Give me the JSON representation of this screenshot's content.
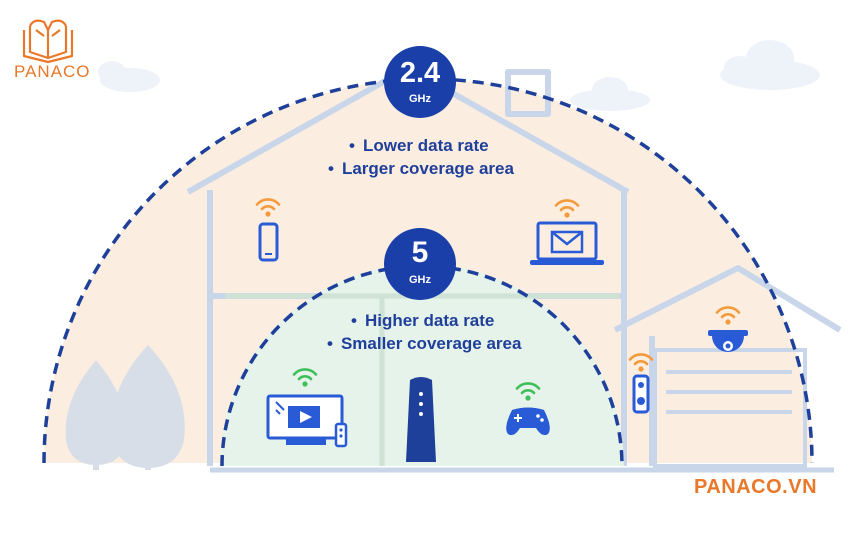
{
  "brand": {
    "name": "PANACO",
    "site": "PANACO.VN",
    "color": "#e8782a"
  },
  "bands": [
    {
      "id": "2.4ghz",
      "badge_value": "2.4",
      "badge_unit": "GHz",
      "features": [
        "Lower data rate",
        "Larger coverage area"
      ],
      "zone_color": "#fbeee0"
    },
    {
      "id": "5ghz",
      "badge_value": "5",
      "badge_unit": "GHz",
      "features": [
        "Higher data rate",
        "Smaller coverage area"
      ],
      "zone_color": "#e3f3ea"
    }
  ],
  "colors": {
    "dashed_line": "#1e3f9a",
    "badge": "#1a3fa8",
    "house_outline": "#c9d6ea",
    "wifi_orange": "#f39a3a",
    "wifi_green": "#3fbf5a",
    "device": "#2a5bd7"
  },
  "icons": {
    "upstairs": [
      "smartphone-icon",
      "laptop-mail-icon"
    ],
    "downstairs": [
      "smart-tv-icon",
      "wifi-router-icon",
      "game-controller-icon"
    ],
    "garage": [
      "security-camera-icon",
      "video-doorbell-icon"
    ]
  }
}
